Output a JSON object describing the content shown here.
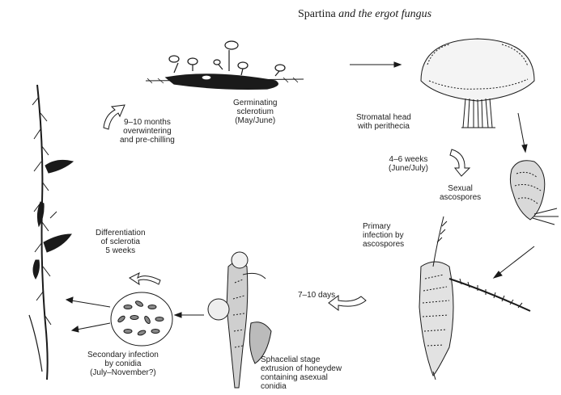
{
  "title": {
    "part1": "Spartina",
    "part2": "and the ergot fungus"
  },
  "labels": {
    "germinating": [
      "Germinating",
      "sclerotium",
      "(May/June)"
    ],
    "stromatal": [
      "Stromatal head",
      "with perithecia"
    ],
    "weeks_46": [
      "4–6 weeks",
      "(June/July)"
    ],
    "sexual": [
      "Sexual",
      "ascospores"
    ],
    "primary": [
      "Primary",
      "infection by",
      "ascospores"
    ],
    "days_710": "7–10 days",
    "sphacelial": [
      "Sphacelial stage",
      "extrusion of honeydew",
      "containing asexual",
      "conidia"
    ],
    "secondary": [
      "Secondary infection",
      "by conidia",
      "(July–November?)"
    ],
    "differentiation": [
      "Differentiation",
      "of sclerotia",
      "5 weeks"
    ],
    "overwinter": [
      "9–10 months",
      "overwintering",
      "and pre-chilling"
    ]
  },
  "colors": {
    "ink": "#1a1a1a",
    "paper": "#ffffff",
    "shade": "#555555"
  }
}
